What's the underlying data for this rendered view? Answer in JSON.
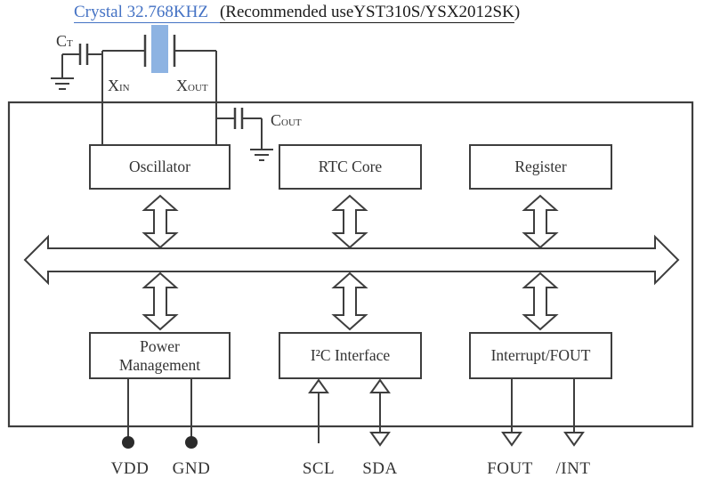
{
  "title": {
    "crystal": "Crystal 32.768KHZ",
    "note_open": "(",
    "note_body": "Recommended useYST310S/YSX2012SK",
    "note_close": ")"
  },
  "colors": {
    "accent_blue": "#4472c4",
    "crystal_fill": "#8db3e2",
    "line": "#3e3e3e"
  },
  "circuit_labels": {
    "ct": {
      "base": "C",
      "sub": "T"
    },
    "xin": {
      "base": "X",
      "sub": "IN"
    },
    "xout": {
      "base": "X",
      "sub": "OUT"
    },
    "cout": {
      "base": "C",
      "sub": "OUT"
    }
  },
  "blocks": {
    "top": [
      {
        "label": "Oscillator"
      },
      {
        "label": "RTC Core"
      },
      {
        "label": "Register"
      }
    ],
    "bottom": [
      {
        "label": "Power Management"
      },
      {
        "label": "I²C Interface"
      },
      {
        "label": "Interrupt/FOUT"
      }
    ]
  },
  "bus": {
    "type": "bidirectional-horizontal-arrow"
  },
  "pins": {
    "vdd": {
      "label": "VDD",
      "terminal": "dot"
    },
    "gnd": {
      "label": "GND",
      "terminal": "dot"
    },
    "scl": {
      "label": "SCL",
      "terminal": "input-arrow"
    },
    "sda": {
      "label": "SDA",
      "terminal": "bidirectional-arrow"
    },
    "fout": {
      "label": "FOUT",
      "terminal": "output-arrow"
    },
    "int": {
      "label": "/INT",
      "terminal": "output-arrow"
    }
  }
}
